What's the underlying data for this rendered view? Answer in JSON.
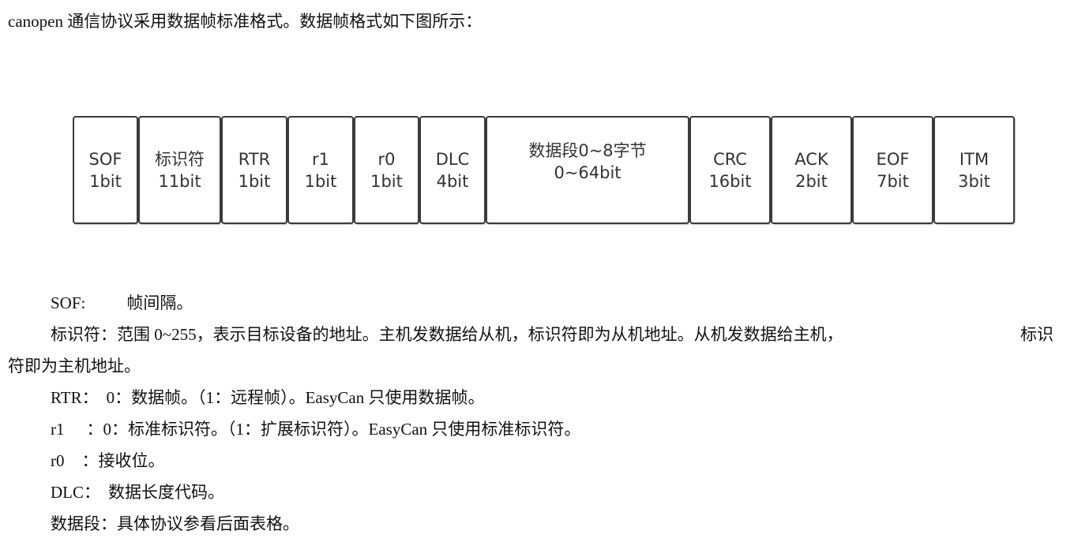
{
  "intro": "canopen 通信协议采用数据帧标准格式。数据帧格式如下图所示：",
  "frame_fields": [
    {
      "name": "SOF",
      "bits": "1bit"
    },
    {
      "name": "标识符",
      "bits": "11bit"
    },
    {
      "name": "RTR",
      "bits": "1bit"
    },
    {
      "name": "r1",
      "bits": "1bit"
    },
    {
      "name": "r0",
      "bits": "1bit"
    },
    {
      "name": "DLC",
      "bits": "4bit"
    },
    {
      "name": "数据段0~8字节",
      "bits": "0~64bit"
    },
    {
      "name": "CRC",
      "bits": "16bit"
    },
    {
      "name": "ACK",
      "bits": "2bit"
    },
    {
      "name": "EOF",
      "bits": "7bit"
    },
    {
      "name": "ITM",
      "bits": "3bit"
    }
  ],
  "descriptions": {
    "sof": {
      "term": "SOF:",
      "text": "帧间隔。"
    },
    "id": {
      "line1": "标识符：范围 0~255，表示目标设备的地址。主机发数据给从机，标识符即为从机地址。从机发数据给主机，",
      "line1_end": "标识",
      "line2": "符即为主机地址。"
    },
    "rtr": {
      "term": "RTR：",
      "text": "0：数据帧。（1：远程帧）。EasyCan 只使用数据帧。"
    },
    "r1": {
      "term": "r1",
      "colon": "：",
      "text": "0：标准标识符。（1：扩展标识符）。EasyCan 只使用标准标识符。"
    },
    "r0": {
      "term": "r0",
      "colon": "：",
      "text": "接收位。"
    },
    "dlc": {
      "term": "DLC：",
      "text": "数据长度代码。"
    },
    "data": {
      "text": "数据段：具体协议参看后面表格。"
    }
  }
}
